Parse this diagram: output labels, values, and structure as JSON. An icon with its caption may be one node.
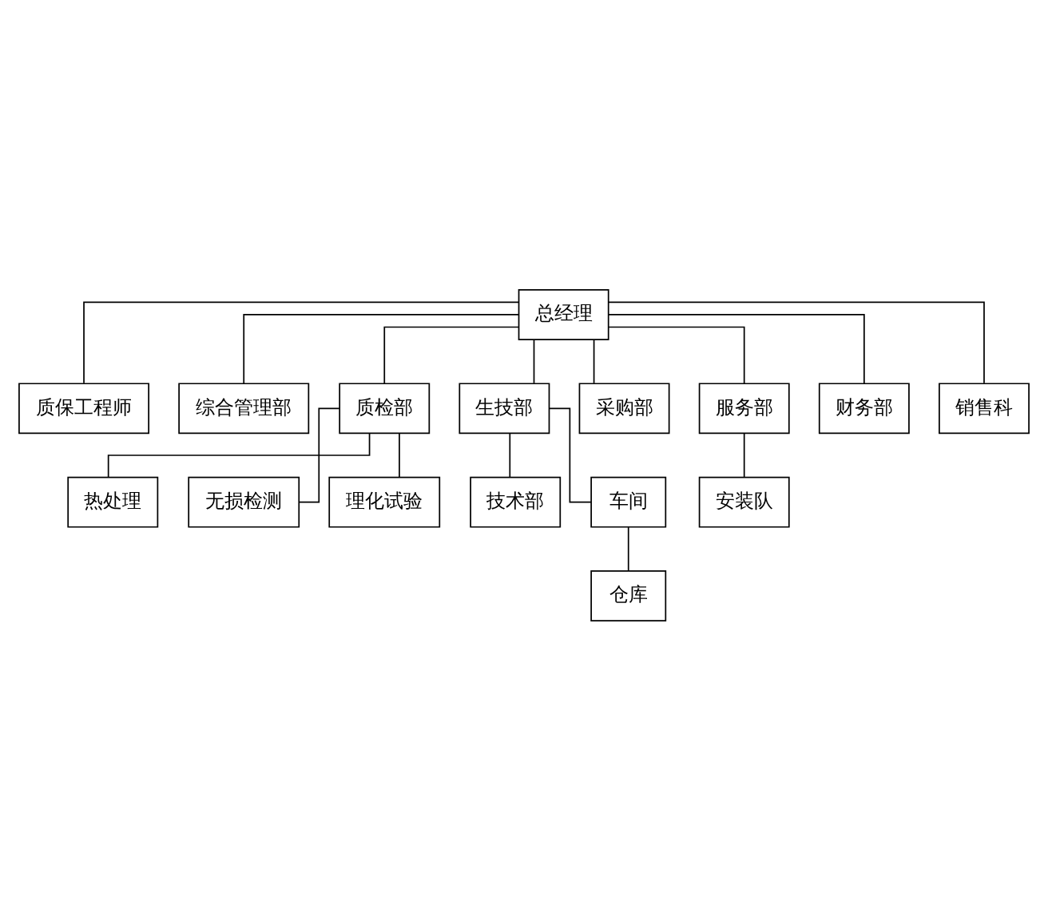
{
  "diagram": {
    "nodes": [
      {
        "text": [
          "总经理"
        ]
      },
      {
        "text": [
          "质保工程师"
        ]
      },
      {
        "text": [
          "综合管理部"
        ]
      },
      {
        "text": [
          "质检部"
        ]
      },
      {
        "text": [
          "生技部"
        ]
      },
      {
        "text": [
          "采购部"
        ]
      },
      {
        "text": [
          "服务部"
        ]
      },
      {
        "text": [
          "财务部"
        ]
      },
      {
        "text": [
          "销售科"
        ]
      },
      {
        "text": [
          "热处理"
        ]
      },
      {
        "text": [
          "无损检测"
        ]
      },
      {
        "text": [
          "理化试验"
        ]
      },
      {
        "text": [
          "技术部"
        ]
      },
      {
        "text": [
          "车间"
        ]
      },
      {
        "text": [
          "安装队"
        ]
      },
      {
        "text": [
          "仓库"
        ]
      }
    ],
    "edges": [
      {
        "from": 0,
        "to": 1,
        "arrow": "none"
      },
      {
        "from": 0,
        "to": 2,
        "arrow": "none"
      },
      {
        "from": 0,
        "to": 3,
        "arrow": "none"
      },
      {
        "from": 0,
        "to": 4,
        "arrow": "none"
      },
      {
        "from": 0,
        "to": 5,
        "arrow": "none"
      },
      {
        "from": 0,
        "to": 6,
        "arrow": "none"
      },
      {
        "from": 0,
        "to": 7,
        "arrow": "none"
      },
      {
        "from": 0,
        "to": 8,
        "arrow": "none"
      },
      {
        "from": 3,
        "to": 9,
        "arrow": "none"
      },
      {
        "from": 3,
        "to": 10,
        "arrow": "none"
      },
      {
        "from": 3,
        "to": 11,
        "arrow": "none"
      },
      {
        "from": 4,
        "to": 12,
        "arrow": "none"
      },
      {
        "from": 4,
        "to": 13,
        "arrow": "none"
      },
      {
        "from": 6,
        "to": 14,
        "arrow": "none"
      },
      {
        "from": 13,
        "to": 15,
        "arrow": "none"
      }
    ]
  }
}
